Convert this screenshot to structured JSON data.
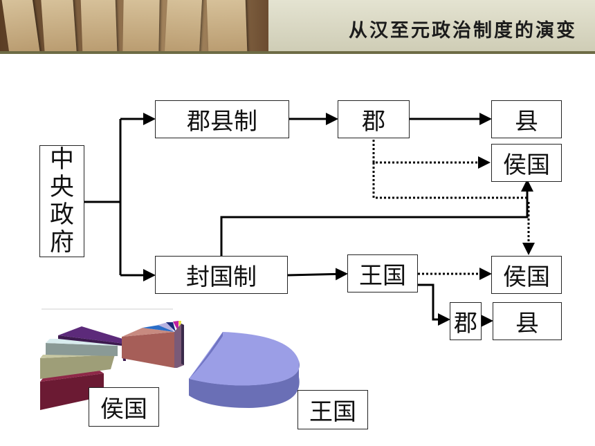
{
  "header": {
    "title": "从汉至元政治制度的演变"
  },
  "diagram": {
    "central": [
      "中",
      "央",
      "政",
      "府"
    ],
    "commandery_system": "郡县制",
    "commandery": "郡",
    "county": "县",
    "marquisate": "侯国",
    "fief_system": "封国制",
    "kingdom": "王国",
    "marquisate_2": "侯国",
    "commandery_2": "郡",
    "county_2": "县"
  },
  "pie_labels": {
    "marquisate_label": "侯国",
    "kingdom_label": "王国"
  },
  "colors": {
    "banner_rule": "#6d6b45",
    "kingdom_slice": "#9b9ee6",
    "line": "#000000"
  }
}
